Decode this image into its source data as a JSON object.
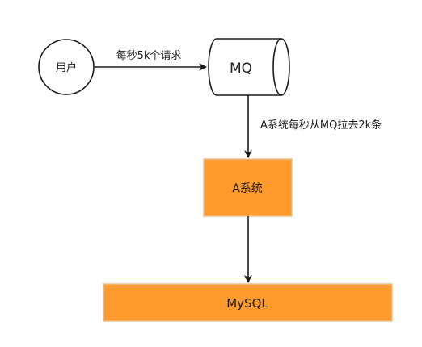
{
  "nodes": {
    "user": {
      "label": "用户"
    },
    "mq": {
      "label": "MQ"
    },
    "system_a": {
      "label": "A系统"
    },
    "mysql": {
      "label": "MySQL"
    }
  },
  "edges": {
    "user_to_mq": {
      "label": "每秒5k个请求"
    },
    "mq_to_a": {
      "label": "A系统每秒从MQ拉去2k条"
    },
    "a_to_mysql": {
      "label": ""
    }
  },
  "colors": {
    "box_fill": "#FF9A2E",
    "box_stroke": "#E8C08A",
    "line": "#1a1a1a",
    "text": "#1a1a1a"
  }
}
